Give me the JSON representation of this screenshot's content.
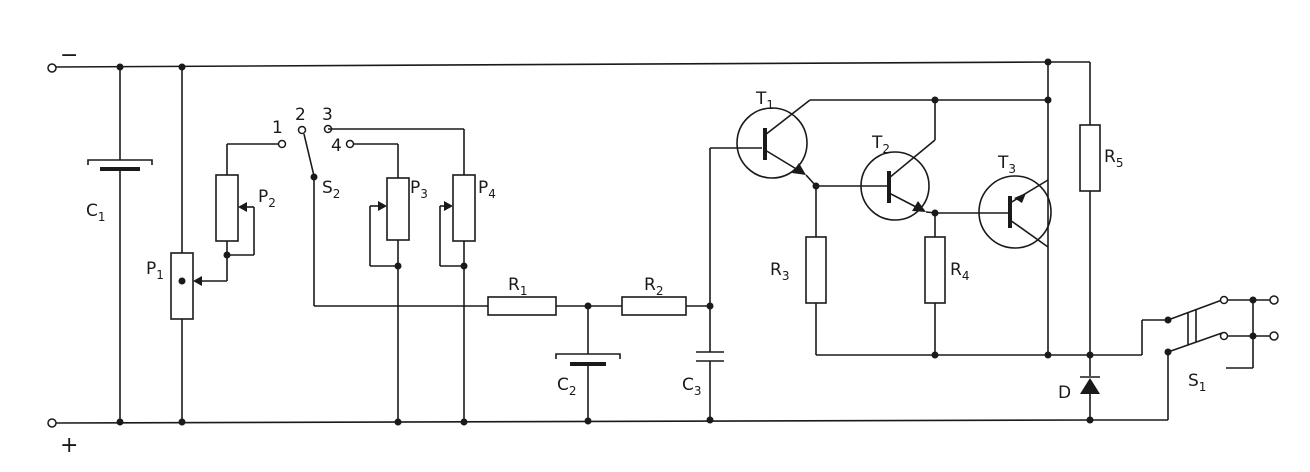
{
  "polarity": {
    "negative": "−",
    "positive": "+"
  },
  "components": {
    "C1": {
      "letter": "C",
      "index": "1"
    },
    "P1": {
      "letter": "P",
      "index": "1"
    },
    "P2": {
      "letter": "P",
      "index": "2"
    },
    "S2": {
      "letter": "S",
      "index": "2"
    },
    "P3": {
      "letter": "P",
      "index": "3"
    },
    "P4": {
      "letter": "P",
      "index": "4"
    },
    "R1": {
      "letter": "R",
      "index": "1"
    },
    "R2": {
      "letter": "R",
      "index": "2"
    },
    "C2": {
      "letter": "C",
      "index": "2"
    },
    "C3": {
      "letter": "C",
      "index": "3"
    },
    "T1": {
      "letter": "T",
      "index": "1"
    },
    "T2": {
      "letter": "T",
      "index": "2"
    },
    "T3": {
      "letter": "T",
      "index": "3"
    },
    "R3": {
      "letter": "R",
      "index": "3"
    },
    "R4": {
      "letter": "R",
      "index": "4"
    },
    "R5": {
      "letter": "R",
      "index": "5"
    },
    "D": {
      "letter": "D"
    },
    "S1": {
      "letter": "S",
      "index": "1"
    }
  },
  "switch_positions": {
    "pos1": "1",
    "pos2": "2",
    "pos3": "3",
    "pos4": "4"
  }
}
